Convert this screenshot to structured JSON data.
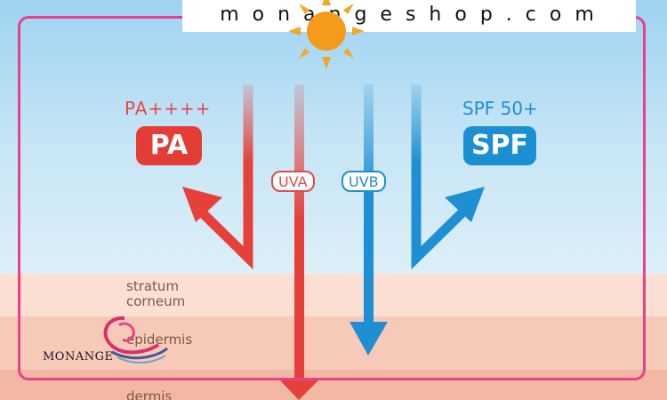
{
  "site": {
    "domain": "monangeshop.com"
  },
  "logo": {
    "text": "MONANGE"
  },
  "labels": {
    "pa_rating": "PA++++",
    "pa_badge": "PA",
    "spf_rating": "SPF 50+",
    "spf_badge": "SPF",
    "uva": "UVA",
    "uvb": "UVB"
  },
  "layers": {
    "stratum_corneum": "stratum corneum",
    "epidermis": "epidermis",
    "dermis": "dermis"
  },
  "colors": {
    "uva_red": "#e5413a",
    "uvb_blue": "#1f8fd3",
    "frame_pink": "#e8418c",
    "sun_orange": "#f5a623"
  },
  "icons": [
    "sun-icon",
    "monange-logo-icon"
  ]
}
